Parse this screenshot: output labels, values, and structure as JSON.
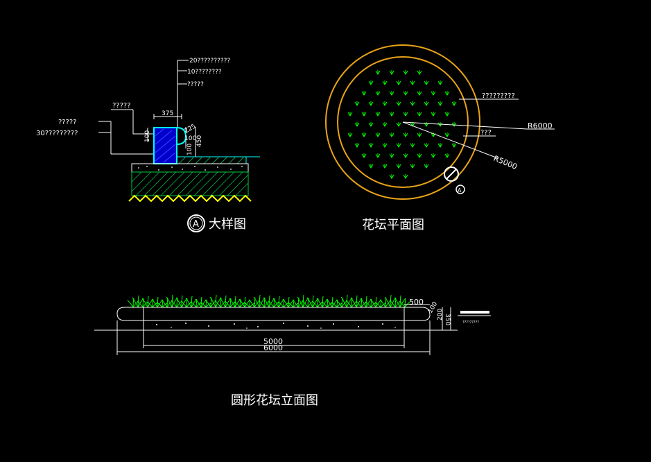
{
  "detail": {
    "leader_texts": [
      "20??????????",
      "10????????",
      "?????",
      "?????",
      "?????",
      "30?????????"
    ],
    "dim_width": "375",
    "dim_top": "100",
    "dim_middle": "225",
    "dim_right_a": "100",
    "dim_right_b": "450",
    "dim_inner": "100",
    "marker_letter": "A",
    "title": "大样图"
  },
  "plan": {
    "label_fill": "?????????",
    "label_edge": "???",
    "radius_outer": "R6000",
    "radius_inner": "R5000",
    "marker_letter": "A",
    "title": "花坛平面图"
  },
  "elevation": {
    "dim_top": "500",
    "dim_a": "100",
    "dim_b": "200",
    "dim_c": "350",
    "dim_inner_width": "5000",
    "dim_outer_width": "6000",
    "side_note": "?????????",
    "title": "圆形花坛立面图"
  },
  "colors": {
    "background": "#000000",
    "ring": "#e8a317",
    "plants": "#00ff00",
    "curb_fill": "#0000cc",
    "curb_edge": "#00ffff",
    "soil_hatch": "#00cc44",
    "base_zigzag": "#ffff00"
  }
}
